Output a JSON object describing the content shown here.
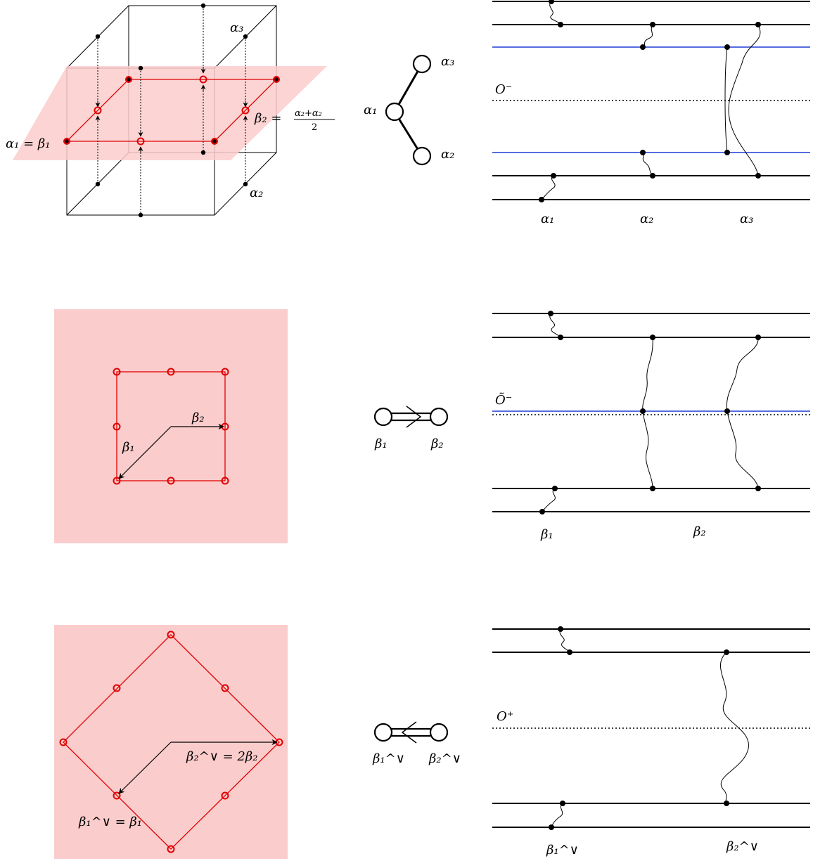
{
  "colors": {
    "ink": "#000000",
    "red": "#e00000",
    "pink": "#fbcccc",
    "blue": "#1f3ad6"
  },
  "row1": {
    "cube_labels": {
      "a1_eq_b1": "α₁ = β₁",
      "b2_def_lhs": "β₂ =",
      "b2_def_num": "α₂+α₂",
      "b2_def_den": "2",
      "a3": "α₃",
      "a2": "α₂"
    },
    "dynkin_labels": {
      "a1": "α₁",
      "a2": "α₂",
      "a3": "α₃"
    },
    "brane": {
      "plane": "O⁻",
      "labels": [
        "α₁",
        "α₂",
        "α₃"
      ]
    }
  },
  "row2": {
    "square_labels": {
      "b1": "β₁",
      "b2": "β₂"
    },
    "dynkin_labels": {
      "b1": "β₁",
      "b2": "β₂"
    },
    "brane": {
      "plane": "Õ⁻",
      "labels": [
        "β₁",
        "β₂"
      ]
    }
  },
  "row3": {
    "diamond_labels": {
      "b1v": "β₁^∨ = β₁",
      "b2v": "β₂^∨ = 2β₂"
    },
    "dynkin_labels": {
      "b1v": "β₁^∨",
      "b2v": "β₂^∨"
    },
    "brane": {
      "plane": "O⁺",
      "labels": [
        "β₁^∨",
        "β₂^∨"
      ]
    }
  }
}
